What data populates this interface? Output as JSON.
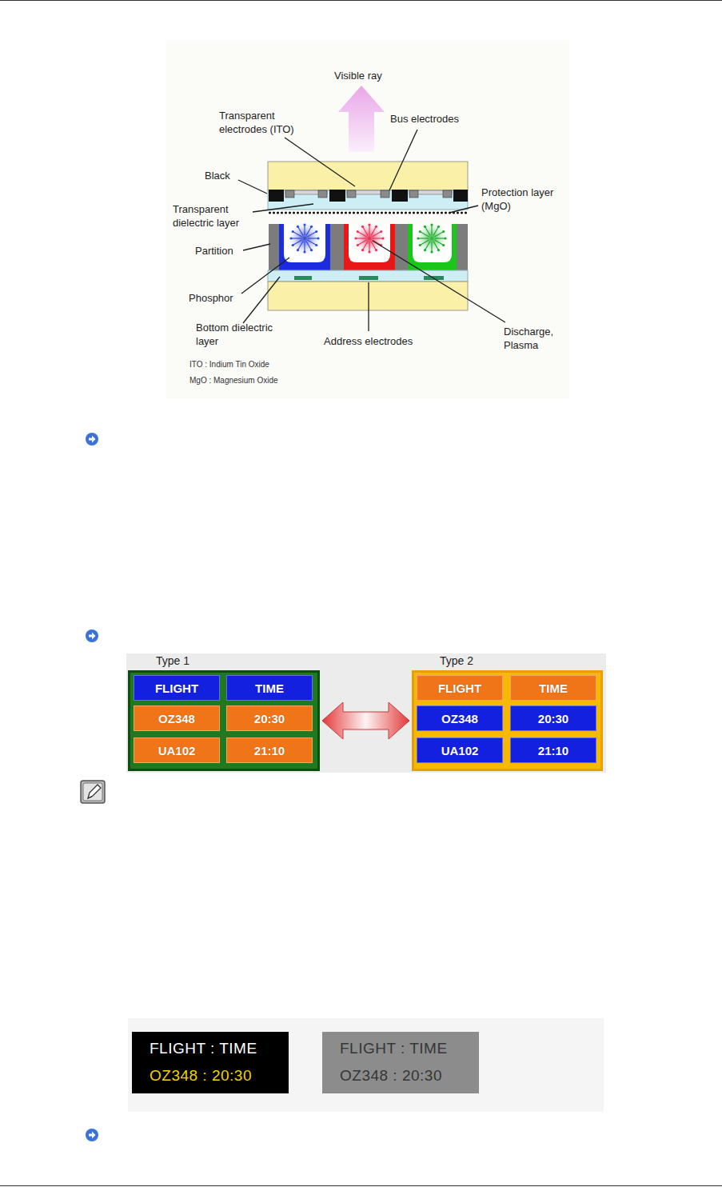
{
  "diagram": {
    "nodes": [
      {
        "text": [
          "Type 1"
        ]
      },
      {
        "text": [
          "FLIGHT"
        ],
        "in": 0
      },
      {
        "text": [
          "TIME"
        ],
        "in": 0
      },
      {
        "text": [
          "OZ348"
        ],
        "in": 0
      },
      {
        "text": [
          "20:30"
        ],
        "in": 0
      },
      {
        "text": [
          "UA102"
        ],
        "in": 0
      },
      {
        "text": [
          "21:10"
        ],
        "in": 0
      },
      {
        "text": [
          "Type 2"
        ]
      },
      {
        "text": [
          "FLIGHT"
        ],
        "in": 7
      },
      {
        "text": [
          "TIME"
        ],
        "in": 7
      },
      {
        "text": [
          "OZ348"
        ],
        "in": 7
      },
      {
        "text": [
          "20:30"
        ],
        "in": 7
      },
      {
        "text": [
          "UA102"
        ],
        "in": 7
      },
      {
        "text": [
          "21:10"
        ],
        "in": 7
      },
      {
        "text": [
          "FLIGHT : TIME",
          "OZ348 : 20:30"
        ]
      },
      {
        "text": [
          "FLIGHT : TIME",
          "OZ348 : 20:30"
        ]
      }
    ],
    "edges": [
      {
        "from": 0,
        "to": 7,
        "arrow": "both"
      }
    ],
    "labels": [
      "Visible ray",
      "Transparent electrodes (ITO)",
      "Bus electrodes",
      "Black",
      "Transparent dielectric layer",
      "Protection layer (MgO)",
      "Partition",
      "Phosphor",
      "Bottom dielectric layer",
      "Address electrodes",
      "Discharge, Plasma",
      "ITO : Indium Tin Oxide",
      "MgO : Magnesium Oxide"
    ]
  }
}
